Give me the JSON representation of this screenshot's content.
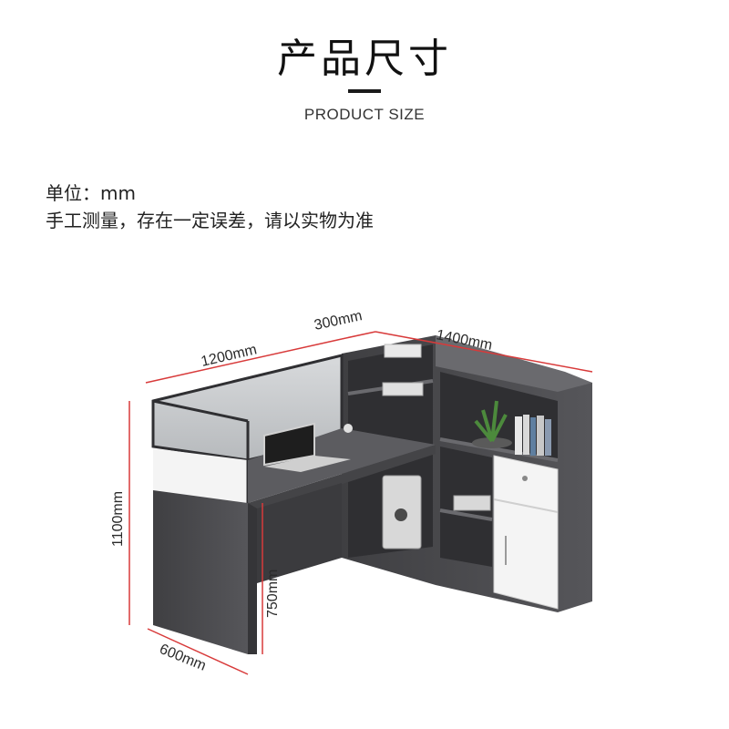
{
  "header": {
    "title": "产品尺寸",
    "subtitle": "PRODUCT SIZE"
  },
  "notes": {
    "unit": "单位：mm",
    "disclaimer": "手工测量，存在一定误差，请以实物为准"
  },
  "dimensions": {
    "depth_side": "300mm",
    "length_main": "1200mm",
    "length_return": "1400mm",
    "height_total": "1100mm",
    "height_desk": "750mm",
    "width_side": "600mm"
  },
  "colors": {
    "dimension_line": "#d83a3a",
    "wood_dark": "#4a4a4c",
    "desktop": "#5a5a5c",
    "panel_white": "#f2f2f2"
  }
}
